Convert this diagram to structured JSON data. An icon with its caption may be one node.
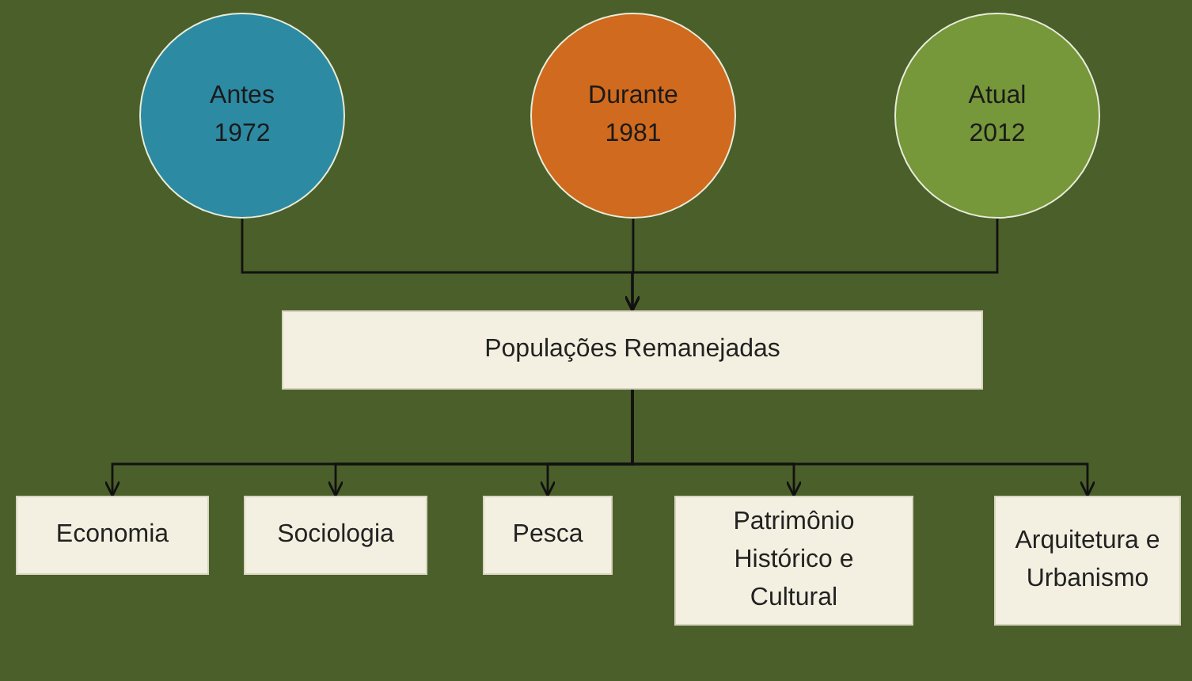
{
  "diagram": {
    "nodes": [
      {
        "text": [
          "Antes 1972"
        ]
      },
      {
        "text": [
          "Durante 1981"
        ]
      },
      {
        "text": [
          "Atual 2012"
        ]
      },
      {
        "text": [
          "Populações Remanejadas"
        ]
      },
      {
        "text": [
          "Economia"
        ]
      },
      {
        "text": [
          "Sociologia"
        ]
      },
      {
        "text": [
          "Pesca"
        ]
      },
      {
        "text": [
          "Patrimônio Histórico e Cultural"
        ]
      },
      {
        "text": [
          "Arquitetura e Urbanismo"
        ]
      }
    ],
    "edges": [
      {
        "from": 0,
        "to": 3,
        "arrow": "to"
      },
      {
        "from": 1,
        "to": 3,
        "arrow": "to"
      },
      {
        "from": 2,
        "to": 3,
        "arrow": "to"
      },
      {
        "from": 3,
        "to": 4,
        "arrow": "to"
      },
      {
        "from": 3,
        "to": 5,
        "arrow": "to"
      },
      {
        "from": 3,
        "to": 6,
        "arrow": "to"
      },
      {
        "from": 3,
        "to": 7,
        "arrow": "to"
      },
      {
        "from": 3,
        "to": 8,
        "arrow": "to"
      }
    ]
  }
}
